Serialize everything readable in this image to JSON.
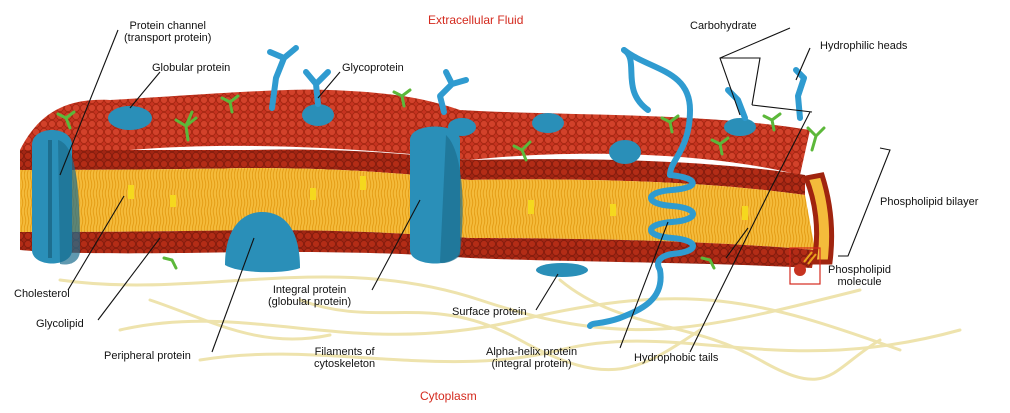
{
  "regions": {
    "extracellular": "Extracellular Fluid",
    "cytoplasm": "Cytoplasm"
  },
  "labels": {
    "protein_channel_line1": "Protein channel",
    "protein_channel_line2": "(transport protein)",
    "globular_protein": "Globular protein",
    "glycoprotein": "Glycoprotein",
    "carbohydrate": "Carbohydrate",
    "hydrophilic_heads": "Hydrophilic heads",
    "bilayer": "Phospholipid bilayer",
    "phospholipid_line1": "Phospholipid",
    "phospholipid_line2": "molecule",
    "cholesterol": "Cholesterol",
    "glycolipid": "Glycolipid",
    "peripheral_protein": "Peripheral protein",
    "integral_line1": "Integral protein",
    "integral_line2": "(globular protein)",
    "filaments_line1": "Filaments of",
    "filaments_line2": "cytoskeleton",
    "surface_protein": "Surface protein",
    "alpha_line1": "Alpha-helix protein",
    "alpha_line2": "(integral protein)",
    "hydrophobic_tails": "Hydrophobic tails"
  },
  "colors": {
    "head": "#c8301d",
    "head_dark": "#8e1f12",
    "tail": "#e9a21b",
    "protein": "#2a8fb8",
    "protein_dark": "#1d6e8f",
    "carb": "#2f9bd0",
    "glycolipid": "#5cb83a",
    "cholesterol": "#f2d21f",
    "filament": "#efe4b0",
    "region_text": "#d42a1e"
  }
}
